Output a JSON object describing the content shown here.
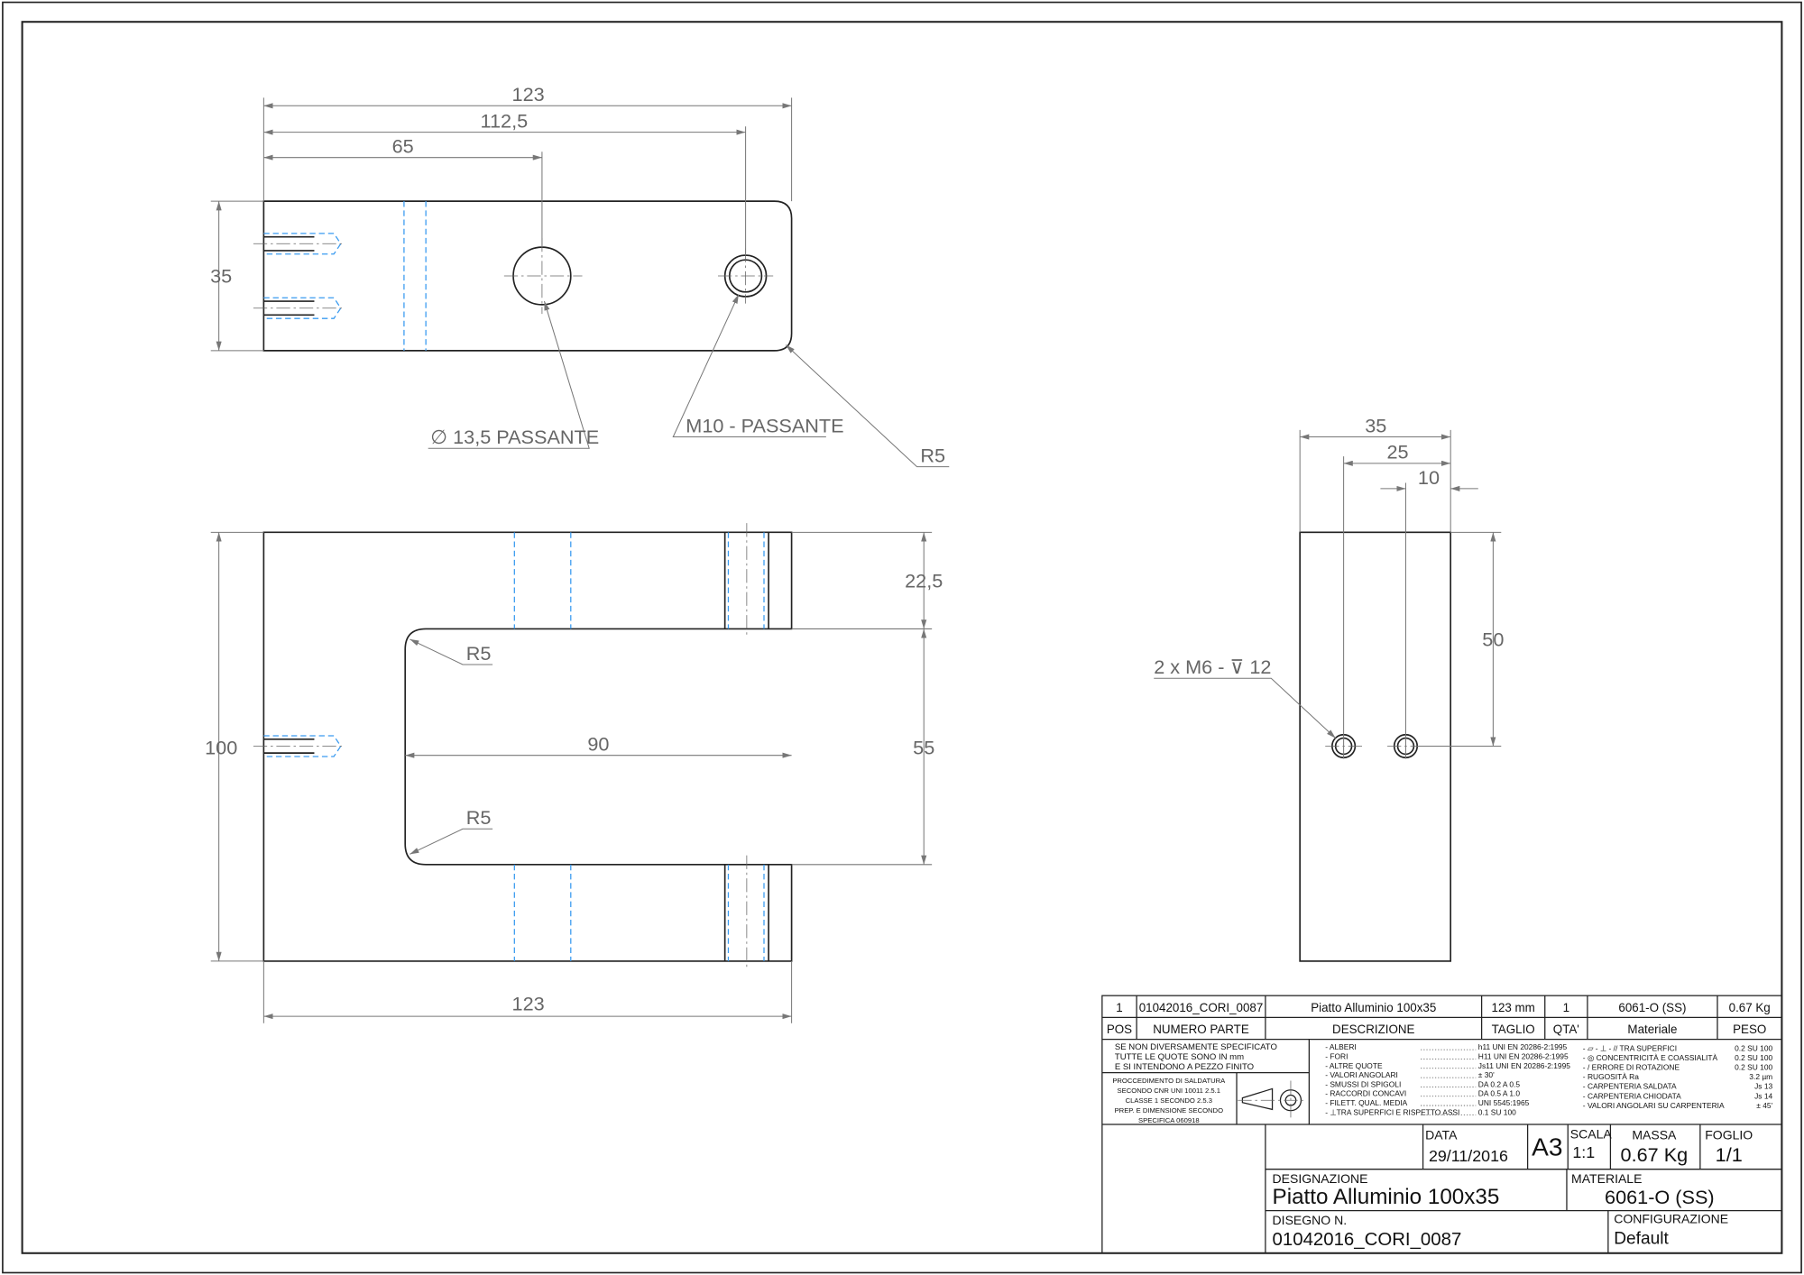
{
  "top_view": {
    "dim_overall": "123",
    "dim_m10_pos": "112,5",
    "dim_hole_pos": "65",
    "dim_height": "35",
    "note_hole": "∅ 13,5 PASSANTE",
    "note_m10": "M10 - PASSANTE",
    "note_radius": "R5"
  },
  "front_view": {
    "dim_height": "100",
    "dim_top": "22,5",
    "dim_slot": "55",
    "dim_slot_depth": "90",
    "dim_overall": "123",
    "radius_1": "R5",
    "radius_2": "R5"
  },
  "side_view": {
    "dim_width": "35",
    "dim_hole1": "25",
    "dim_hole2": "10",
    "dim_height": "50",
    "note_thread": "2 x M6 - ⊽ 12"
  },
  "bom": {
    "row": [
      "1",
      "01042016_CORI_0087",
      "Piatto Alluminio 100x35",
      "123 mm",
      "1",
      "6061-O (SS)",
      "0.67 Kg"
    ],
    "headers": [
      "POS",
      "NUMERO PARTE",
      "DESCRIZIONE",
      "TAGLIO",
      "QTA'",
      "Materiale",
      "PESO"
    ]
  },
  "notes": {
    "general": [
      "SE NON DIVERSAMENTE SPECIFICATO",
      "TUTTE LE QUOTE SONO IN mm",
      "E SI INTENDONO A PEZZO FINITO"
    ],
    "welding": [
      "PROCCEDIMENTO DI SALDATURA",
      "SECONDO CNR UNI 10011 2.5.1",
      "CLASSE 1 SECONDO 2.5.3",
      "PREP. E DIMENSIONE SECONDO",
      "SPECIFICA 060918"
    ],
    "tolerances": [
      [
        "- ALBERI",
        "h11 UNI EN 20286-2:1995"
      ],
      [
        "- FORI",
        "H11 UNI EN 20286-2:1995"
      ],
      [
        "- ALTRE QUOTE",
        "Js11 UNI EN 20286-2:1995"
      ],
      [
        "- VALORI ANGOLARI",
        "± 30'"
      ],
      [
        "- SMUSSI DI SPIGOLI",
        "DA 0.2 A 0.5"
      ],
      [
        "- RACCORDI CONCAVI",
        "DA 0.5 A 1.0"
      ],
      [
        "- FILETT. QUAL. MEDIA",
        "UNI 5545:1965"
      ],
      [
        "- ⊥TRA SUPERFICI E RISPETTO ASSI",
        "0.1 SU 100"
      ]
    ],
    "geometric": [
      [
        "- ⏥ - ⊥ - // TRA SUPERFICI",
        "0.2 SU 100"
      ],
      [
        "- ◎ CONCENTRICITÀ E COASSIALITÀ",
        "0.2 SU 100"
      ],
      [
        "- / ERRORE DI ROTAZIONE",
        "0.2 SU 100"
      ],
      [
        "- RUGOSITÀ Ra",
        "3.2 µm"
      ],
      [
        "- CARPENTERIA SALDATA",
        "Js 13"
      ],
      [
        "- CARPENTERIA CHIODATA",
        "Js 14"
      ],
      [
        "- VALORI ANGOLARI SU CARPENTERIA",
        "± 45'"
      ]
    ]
  },
  "title_block": {
    "data_label": "DATA",
    "data": "29/11/2016",
    "format": "A3",
    "scala_label": "SCALA",
    "scala": "1:1",
    "massa_label": "MASSA",
    "massa": "0.67 Kg",
    "foglio_label": "FOGLIO",
    "foglio": "1/1",
    "designazione_label": "DESIGNAZIONE",
    "designazione": "Piatto Alluminio 100x35",
    "materiale_label": "MATERIALE",
    "materiale": "6061-O (SS)",
    "disegno_label": "DISEGNO N.",
    "disegno": "01042016_CORI_0087",
    "config_label": "CONFIGURAZIONE",
    "config": "Default"
  }
}
